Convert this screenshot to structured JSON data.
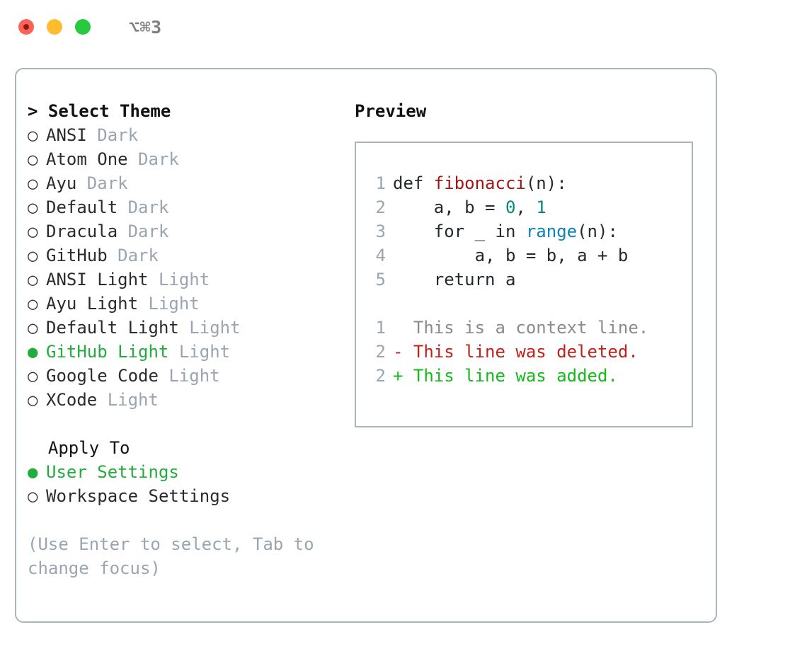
{
  "titlebar": {
    "shortcut": "⌥⌘3",
    "lights": [
      {
        "name": "close",
        "color": "#ff6058"
      },
      {
        "name": "minimize",
        "color": "#ffbd2e"
      },
      {
        "name": "maximize",
        "color": "#27c93f"
      }
    ]
  },
  "theme_picker": {
    "heading": "> Select Theme",
    "selected_theme": "GitHub Light",
    "options": [
      {
        "bullet": "○",
        "label": "ANSI",
        "tag": "Dark",
        "selected": false
      },
      {
        "bullet": "○",
        "label": "Atom One",
        "tag": "Dark",
        "selected": false
      },
      {
        "bullet": "○",
        "label": "Ayu",
        "tag": "Dark",
        "selected": false
      },
      {
        "bullet": "○",
        "label": "Default",
        "tag": "Dark",
        "selected": false
      },
      {
        "bullet": "○",
        "label": "Dracula",
        "tag": "Dark",
        "selected": false
      },
      {
        "bullet": "○",
        "label": "GitHub",
        "tag": "Dark",
        "selected": false
      },
      {
        "bullet": "○",
        "label": "ANSI Light",
        "tag": "Light",
        "selected": false
      },
      {
        "bullet": "○",
        "label": "Ayu Light",
        "tag": "Light",
        "selected": false
      },
      {
        "bullet": "○",
        "label": "Default Light",
        "tag": "Light",
        "selected": false
      },
      {
        "bullet": "●",
        "label": "GitHub Light",
        "tag": "Light",
        "selected": true
      },
      {
        "bullet": "○",
        "label": "Google Code",
        "tag": "Light",
        "selected": false
      },
      {
        "bullet": "○",
        "label": "XCode",
        "tag": "Light",
        "selected": false
      }
    ]
  },
  "apply_to": {
    "heading": "Apply To",
    "selected": "User Settings",
    "options": [
      {
        "bullet": "●",
        "label": "User Settings",
        "selected": true
      },
      {
        "bullet": "○",
        "label": "Workspace Settings",
        "selected": false
      }
    ]
  },
  "hint": "(Use Enter to select, Tab to change focus)",
  "preview": {
    "title": "Preview",
    "code_lines": [
      {
        "number": "1",
        "tokens": [
          {
            "text": "def ",
            "type": "plain"
          },
          {
            "text": "fibonacci",
            "type": "fn"
          },
          {
            "text": "(n):",
            "type": "plain"
          }
        ]
      },
      {
        "number": "2",
        "tokens": [
          {
            "text": "    a, b = ",
            "type": "plain"
          },
          {
            "text": "0",
            "type": "num"
          },
          {
            "text": ", ",
            "type": "plain"
          },
          {
            "text": "1",
            "type": "num"
          }
        ]
      },
      {
        "number": "3",
        "tokens": [
          {
            "text": "    for _ in ",
            "type": "plain"
          },
          {
            "text": "range",
            "type": "call"
          },
          {
            "text": "(n):",
            "type": "plain"
          }
        ]
      },
      {
        "number": "4",
        "tokens": [
          {
            "text": "        a, b = b, a + b",
            "type": "plain"
          }
        ]
      },
      {
        "number": "5",
        "tokens": [
          {
            "text": "    return a",
            "type": "plain"
          }
        ]
      }
    ],
    "diff_lines": [
      {
        "number": "1",
        "marker": "  ",
        "text": "  This is a context line.",
        "type": "ctx"
      },
      {
        "number": "2",
        "marker": "- ",
        "text": "- This line was deleted.",
        "type": "del"
      },
      {
        "number": "2",
        "marker": "+ ",
        "text": "+ This line was added.",
        "type": "add"
      }
    ]
  },
  "colors": {
    "accent_green": "#21ad3d",
    "tag_gray": "#9aa5b1",
    "border": "#aab4c0",
    "fn_red": "#a31515",
    "num_teal": "#09867a",
    "call_blue": "#0984bd",
    "diff_delete": "#c0211a",
    "diff_add": "#17b81a",
    "diff_context": "#8b8b8b"
  }
}
